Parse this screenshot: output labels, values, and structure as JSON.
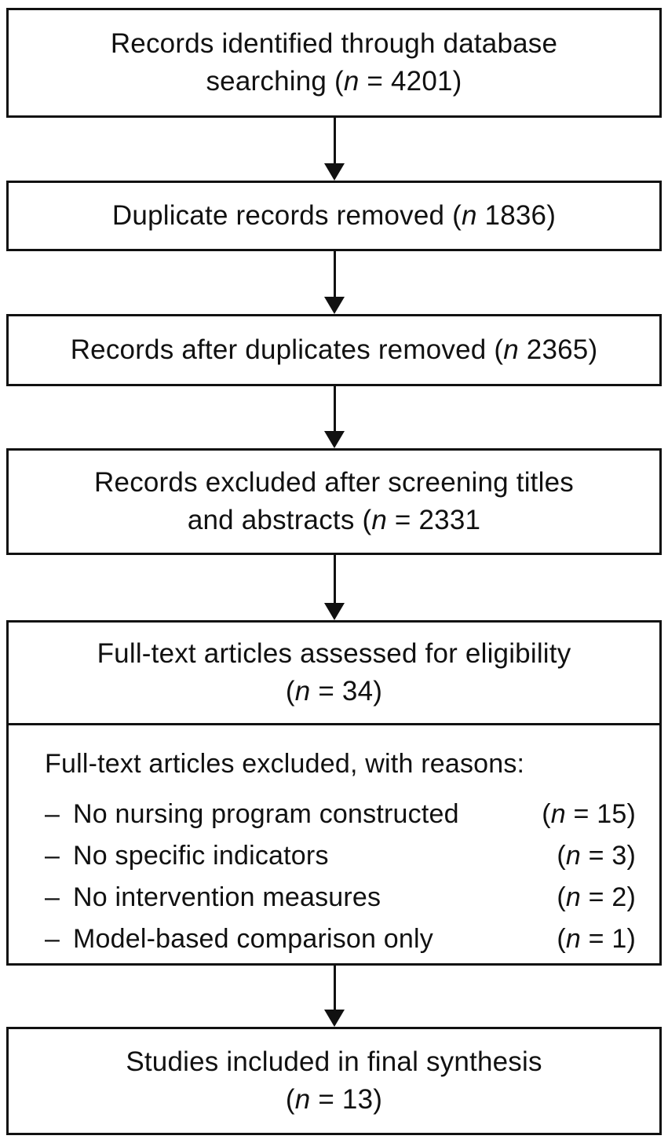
{
  "figure": {
    "type": "study-selection-flow-diagram",
    "colors": {
      "border": "#111111",
      "text": "#111111",
      "background": "#ffffff"
    },
    "boxes": {
      "identification": {
        "line1": {
          "pre": "Records identified through database"
        },
        "line2": {
          "pre": "searching (",
          "it": "n",
          "post": " = 4201)"
        }
      },
      "duplicates_removed": {
        "line1": {
          "pre": "Duplicate records removed (",
          "it": "n",
          "post": " 1836)"
        }
      },
      "after_duplicates": {
        "line1": {
          "pre": "Records after duplicates removed (",
          "it": "n",
          "post": " 2365)"
        }
      },
      "excluded_screening": {
        "line1": {
          "pre": "Records excluded after screening titles"
        },
        "line2": {
          "pre": "and abstracts (",
          "it": "n",
          "post": " = 2331"
        }
      },
      "fulltext_assessed": {
        "line1": {
          "pre": "Full-text articles assessed for eligibility"
        },
        "line2": {
          "pre": "(",
          "it": "n",
          "post": " = 34)"
        }
      },
      "fulltext_excluded": {
        "header": "Full-text articles excluded, with reasons:",
        "bullet": "–",
        "reasons": [
          {
            "label": "No nursing program constructed",
            "pre": "(",
            "it": "n",
            "post": " = 15)"
          },
          {
            "label": "No specific indicators",
            "pre": "(",
            "it": "n",
            "post": " = 3)"
          },
          {
            "label": "No intervention measures",
            "pre": "(",
            "it": "n",
            "post": " = 2)"
          },
          {
            "label": "Model-based comparison only",
            "pre": "(",
            "it": "n",
            "post": " = 1)"
          }
        ]
      },
      "included": {
        "line1": {
          "pre": "Studies included in final synthesis"
        },
        "line2": {
          "pre": "(",
          "it": "n",
          "post": " = 13)"
        }
      }
    }
  }
}
